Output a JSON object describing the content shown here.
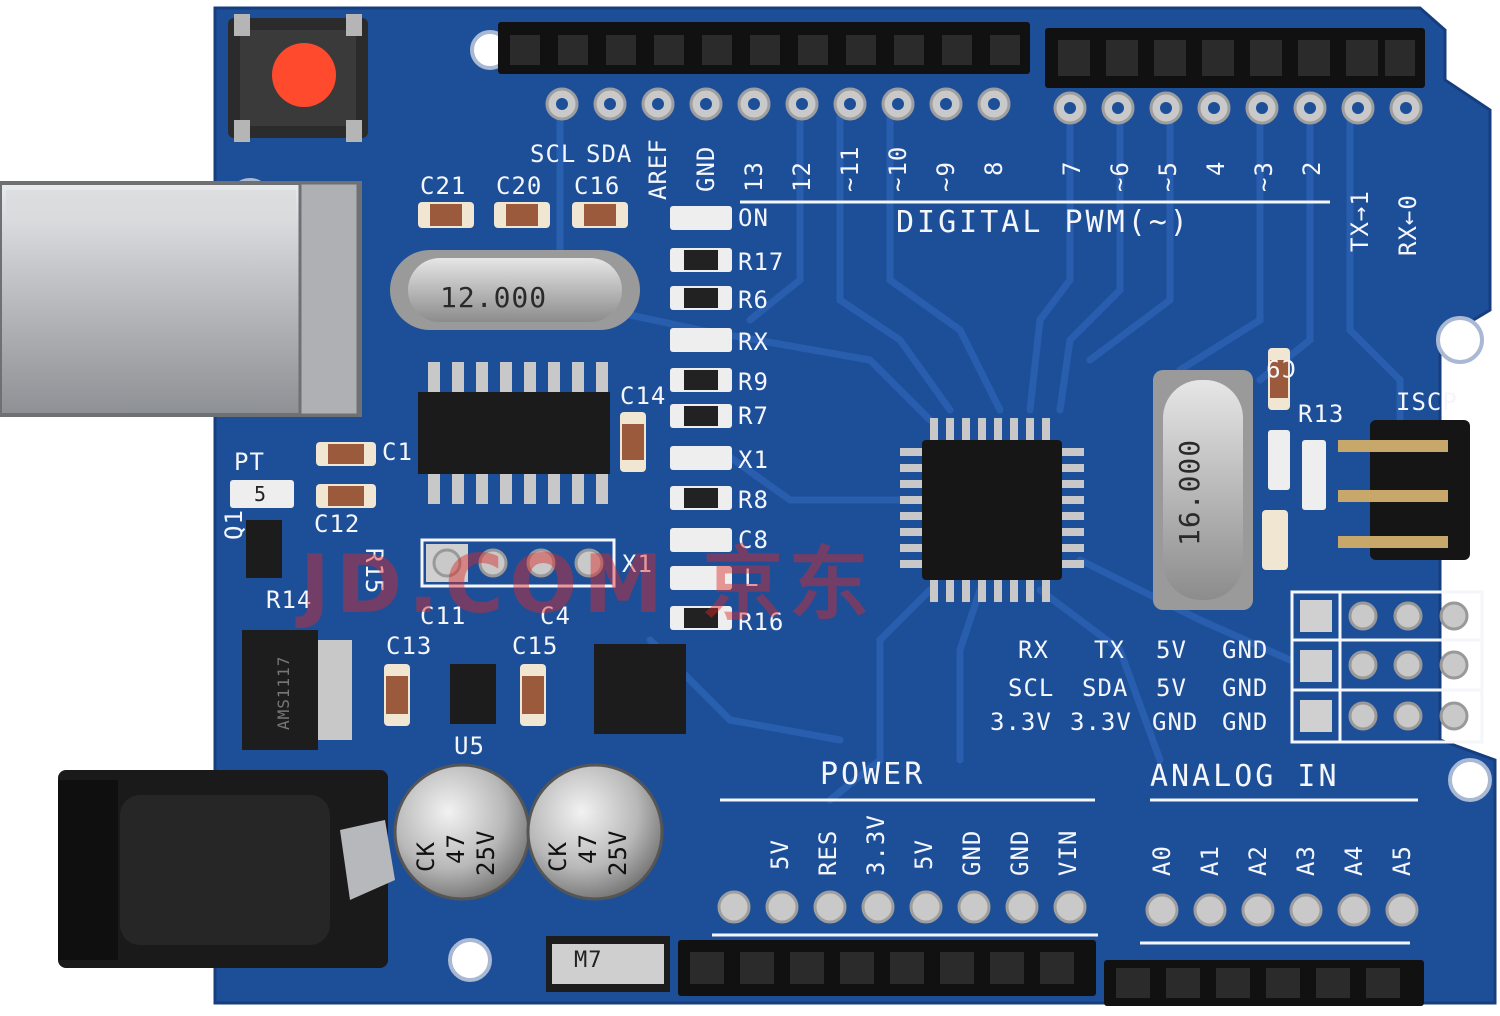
{
  "board": {
    "header_labels": {
      "scl": "SCL",
      "sda": "SDA",
      "aref": "AREF",
      "gnd": "GND",
      "d13": "13",
      "d12": "12",
      "d11": "~11",
      "d10": "~10",
      "d9": "~9",
      "d8": "8",
      "d7": "7",
      "d6": "~6",
      "d5": "~5",
      "d4": "4",
      "d3": "~3",
      "d2": "2",
      "tx1": "TX→1",
      "rx0": "RX←0"
    },
    "section_labels": {
      "digital": "DIGITAL PWM(~)",
      "power": "POWER",
      "analog": "ANALOG IN",
      "iscp": "ISCP"
    },
    "power_pins": [
      "5V",
      "RES",
      "3.3V",
      "5V",
      "GND",
      "GND",
      "VIN"
    ],
    "analog_pins": [
      "A0",
      "A1",
      "A2",
      "A3",
      "A4",
      "A5"
    ],
    "component_labels": {
      "c21": "C21",
      "c20": "C20",
      "c16": "C16",
      "on": "ON",
      "r17": "R17",
      "r6": "R6",
      "rx": "RX",
      "r9": "R9",
      "r7": "R7",
      "x1": "X1",
      "r8": "R8",
      "c8": "C8",
      "l": "L",
      "r16": "R16",
      "c14": "C14",
      "c1": "C1",
      "pt": "PT",
      "q1": "Q1",
      "c12": "C12",
      "r15": "R15",
      "r14": "R14",
      "c11": "C11",
      "c4": "C4",
      "c13": "C13",
      "c15": "C15",
      "u5": "U5",
      "c9": "C9",
      "r13": "R13",
      "x1b": "X1"
    },
    "crystal_1": "12.000",
    "crystal_2": "16.000",
    "capacitor_marking": [
      "CK",
      "47",
      "25V"
    ],
    "header_table": [
      [
        "RX",
        "TX",
        "5V",
        "GND"
      ],
      [
        "SCL",
        "SDA",
        "5V",
        "GND"
      ],
      [
        "3.3V",
        "3.3V",
        "GND",
        "GND"
      ]
    ],
    "misc": {
      "pt_num": "5",
      "regulator": "AMS1117",
      "diode": "M7"
    },
    "watermark": "JD.COM 京东"
  },
  "colors": {
    "pcb": "#1d4f99",
    "pcb_dark": "#173f80",
    "trace": "#2a60b0",
    "silk": "#f4f6fb",
    "reset": "#ff4a2e",
    "metal": "#c7c9cc"
  }
}
